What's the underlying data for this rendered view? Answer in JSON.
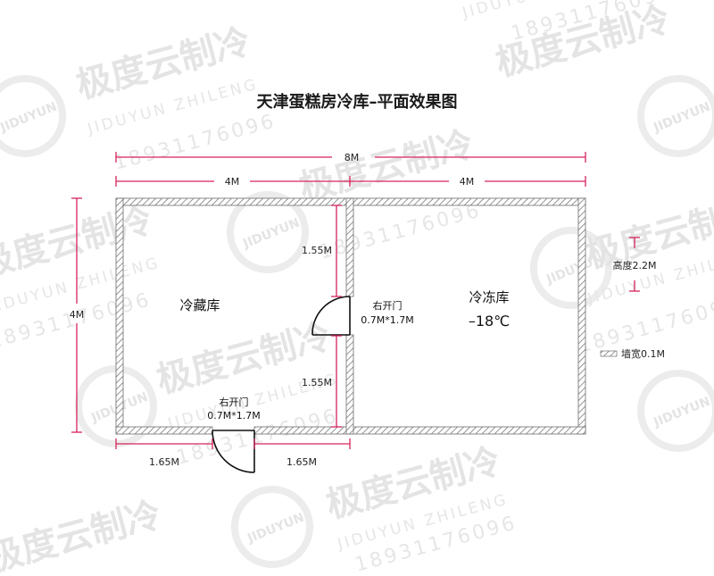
{
  "title": "天津蛋糕房冷库–平面效果图",
  "dimensions": {
    "total_width": "8M",
    "left_width": "4M",
    "right_width": "4M",
    "depth": "4M",
    "upper_segment": "1.55M",
    "lower_segment": "1.55M",
    "bottom_left": "1.65M",
    "bottom_right": "1.65M"
  },
  "rooms": {
    "chill": "冷藏库",
    "freezer": "冷冻库",
    "freezer_temp": "–18℃"
  },
  "doors": {
    "side_label": "右开门",
    "side_size": "0.7M*1.7M",
    "bottom_label": "右开门",
    "bottom_size": "0.7M*1.7M"
  },
  "legend": {
    "height": "高度2.2M",
    "wall": "墙宽0.1M"
  },
  "watermark": {
    "brand_cn": "极度云制冷",
    "brand_en": "JIDUYUN ZHILENG",
    "phone": "18931176096",
    "badge": "JIDUYUN"
  },
  "colors": {
    "dimension_line": "#d6245a",
    "wall": "#8c8c8c",
    "watermark": "#e4e4e4"
  }
}
